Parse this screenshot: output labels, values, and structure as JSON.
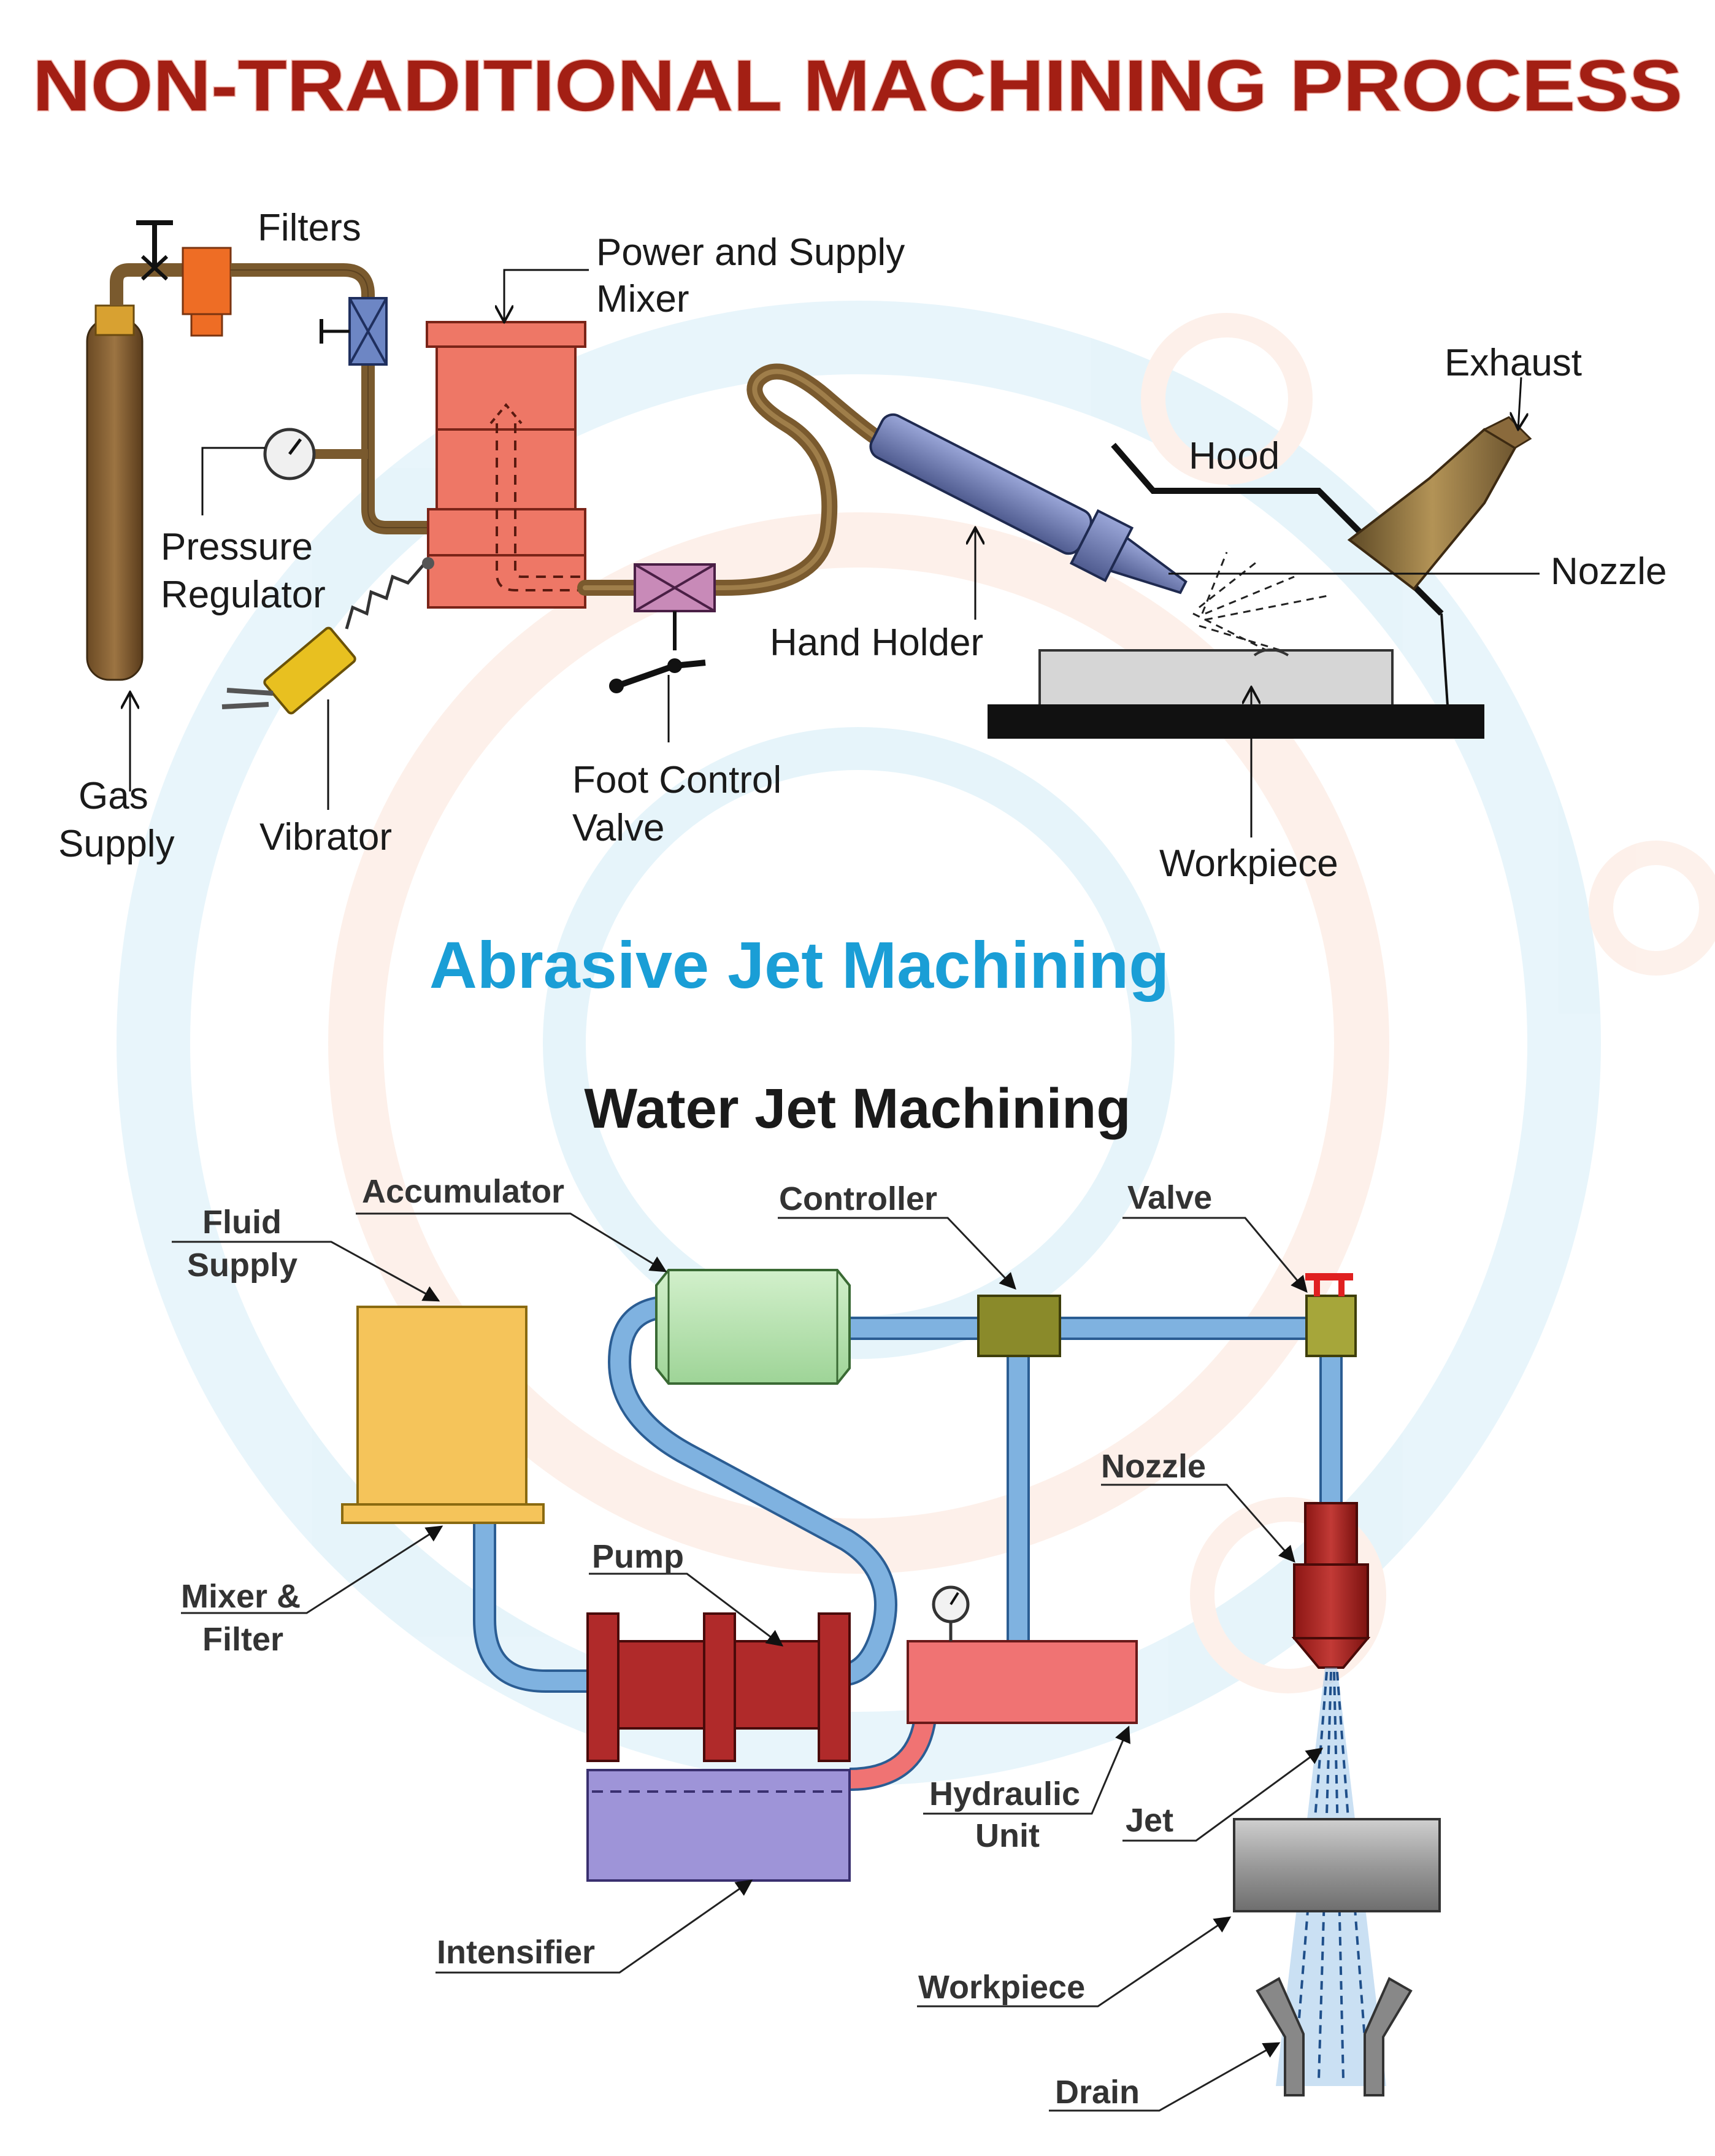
{
  "title": "NON-TRADITIONAL MACHINING PROCESS",
  "abrasive": {
    "caption": "Abrasive Jet Machining",
    "labels": {
      "filters": "Filters",
      "power_mixer_1": "Power and Supply",
      "power_mixer_2": "Mixer",
      "exhaust": "Exhaust",
      "hood": "Hood",
      "nozzle": "Nozzle",
      "pressure_1": "Pressure",
      "pressure_2": "Regulator",
      "hand_holder": "Hand Holder",
      "gas_1": "Gas",
      "gas_2": "Supply",
      "vibrator": "Vibrator",
      "foot_1": "Foot Control",
      "foot_2": "Valve",
      "workpiece": "Workpiece"
    }
  },
  "water": {
    "title": "Water Jet Machining",
    "labels": {
      "fluid_1": "Fluid",
      "fluid_2": "Supply",
      "accumulator": "Accumulator",
      "controller": "Controller",
      "valve": "Valve",
      "nozzle": "Nozzle",
      "mixer_1": "Mixer &",
      "mixer_2": "Filter",
      "pump": "Pump",
      "hydraulic_1": "Hydraulic",
      "hydraulic_2": "Unit",
      "jet": "Jet",
      "intensifier": "Intensifier",
      "workpiece": "Workpiece",
      "drain": "Drain"
    }
  },
  "colors": {
    "title": "#a31f14",
    "abrasive_caption": "#1a9ed6",
    "mixer_body": "#ee7766",
    "hose": "#7a5a2e",
    "water_pipe": "#7fb2e0",
    "pump": "#b02a2a",
    "accumulator": "#b8e3b0",
    "fluid_tank": "#f5c45a",
    "intensifier": "#9e94d8",
    "hydraulic": "#f07373",
    "nozzle_red": "#a8201e"
  }
}
